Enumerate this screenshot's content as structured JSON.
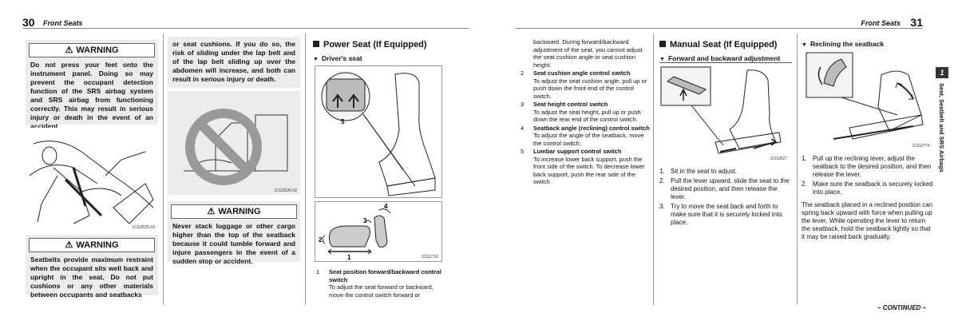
{
  "left_page": {
    "page_number": "30",
    "section_title": "Front Seats",
    "warning1": {
      "label": "WARNING",
      "text": "Do not press your feet onto the instrument panel. Doing so may prevent the occupant detection function of the SRS airbag system and SRS airbag from functioning correctly. This may result in serious injury or death in the event of an accident."
    },
    "figure1_code": "1CG3525-03",
    "warning2": {
      "label": "WARNING",
      "text": "Seatbelts provide maximum restraint when the occupant sits well back and upright in the seat. Do not put cushions or any other materials between occupants and seatbacks"
    },
    "col2_continued_text": "or seat cushions. If you do so, the risk of sliding under the lap belt and of the lap belt sliding up over the abdomen will increase, and both can result in serious injury or death.",
    "figure2_code": "1CG3526-02",
    "warning3": {
      "label": "WARNING",
      "text": "Never stack luggage or other cargo higher than the top of the seatback because it could tumble forward and injure passengers in the event of a sudden stop or accident."
    },
    "power_seat_heading": "Power Seat (If Equipped)",
    "drivers_seat_sub": "Driver's seat",
    "figure3_label": "5",
    "figure4_labels": [
      "1",
      "2",
      "3",
      "4"
    ],
    "figure4_code": "1CG2716",
    "items": [
      {
        "num": "1",
        "heading": "Seat position forward/backward control switch",
        "text": "To adjust the seat forward or backward, move the control switch forward or"
      }
    ]
  },
  "right_page": {
    "page_number": "31",
    "section_title": "Front Seats",
    "col1_text": "backward. During forward/backward adjustment of the seat, you cannot adjust the seat cushion angle or seat cushion height.",
    "items": [
      {
        "num": "2",
        "heading": "Seat cushion angle control switch",
        "text": "To adjust the seat cushion angle, pull up or push down the front end of the control switch."
      },
      {
        "num": "3",
        "heading": "Seat height control switch",
        "text": "To adjust the seat height, pull up or push down the rear end of the control switch."
      },
      {
        "num": "4",
        "heading": "Seatback angle (reclining) control switch",
        "text": "To adjust the angle of the seatback, move the control switch."
      },
      {
        "num": "5",
        "heading": "Lumbar support control switch",
        "text": "To increase lower back support, push the front side of the switch. To decrease lower back support, push the rear side of the switch."
      }
    ],
    "manual_seat_heading": "Manual Seat (If Equipped)",
    "fwd_bwd_sub": "Forward and backward adjustment",
    "figure5_code": "1CG3527",
    "manual_steps": [
      "Sit in the seat to adjust.",
      "Pull the lever upward, slide the seat to the desired position, and then release the lever.",
      "Try to move the seat back and forth to make sure that it is securely locked into place."
    ],
    "reclining_sub": "Reclining the seatback",
    "figure6_code": "1CG2774",
    "reclining_steps": [
      "Pull up the reclining lever, adjust the seatback to the desired position, and then release the lever.",
      "Make sure the seatback is securely locked into place."
    ],
    "reclining_para": "The seatback placed in a reclined position can spring back upward with force when pulling up the lever. While operating the lever to return the seatback, hold the seatback lightly so that it may be raised back gradually.",
    "continued": "– CONTINUED –",
    "side_tab_num": "1",
    "side_tab_text": "Seat, Seatbelt and SRS Airbags"
  }
}
